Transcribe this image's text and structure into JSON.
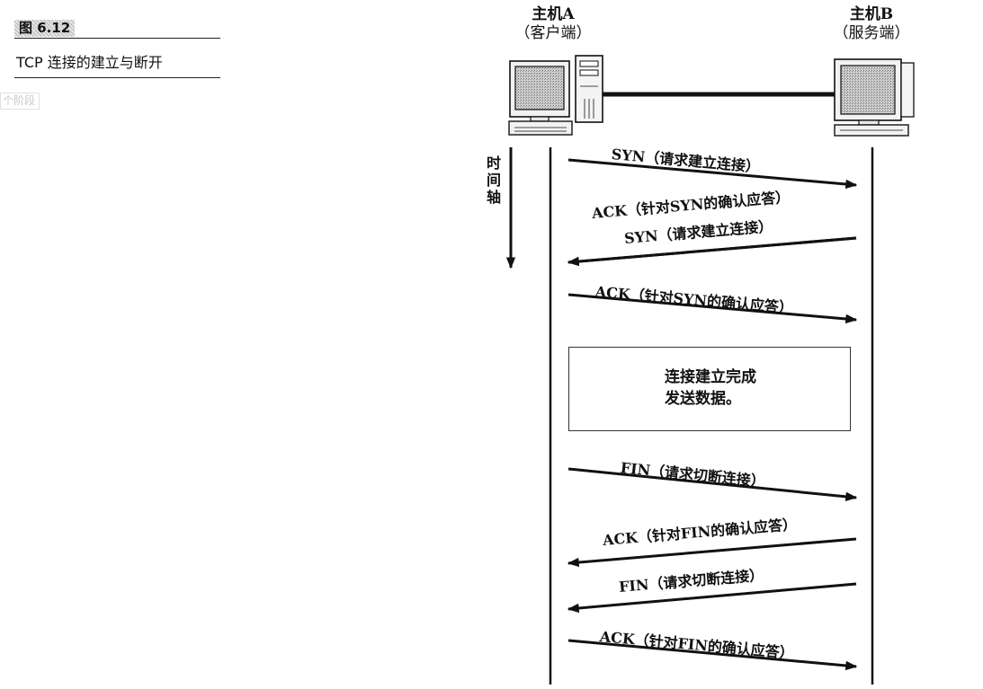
{
  "caption": {
    "figure_number": "图 6.12",
    "title": "TCP 连接的建立与断开",
    "side_tab": "个阶段"
  },
  "hosts": {
    "a": {
      "name": "主机A",
      "role": "（客户端）"
    },
    "b": {
      "name": "主机B",
      "role": "（服务端）"
    }
  },
  "time_axis": {
    "chars": [
      "时",
      "间",
      "轴"
    ]
  },
  "messages": [
    {
      "label": "SYN（请求建立连接）",
      "direction": "A→B"
    },
    {
      "label": "ACK（针对SYN的确认应答）",
      "direction": "B→A"
    },
    {
      "label": "SYN（请求建立连接）",
      "direction": "B→A"
    },
    {
      "label": "ACK（针对SYN的确认应答）",
      "direction": "A→B"
    },
    {
      "label": "FIN（请求切断连接）",
      "direction": "A→B"
    },
    {
      "label": "ACK（针对FIN的确认应答）",
      "direction": "B→A"
    },
    {
      "label": "FIN（请求切断连接）",
      "direction": "B→A"
    },
    {
      "label": "ACK（针对FIN的确认应答）",
      "direction": "A→B"
    }
  ],
  "state_box": {
    "lines": [
      "连接建立完成",
      "发送数据。"
    ]
  },
  "icons": [
    "desktop-computer-icon",
    "tower-case-icon",
    "server-computer-icon"
  ]
}
